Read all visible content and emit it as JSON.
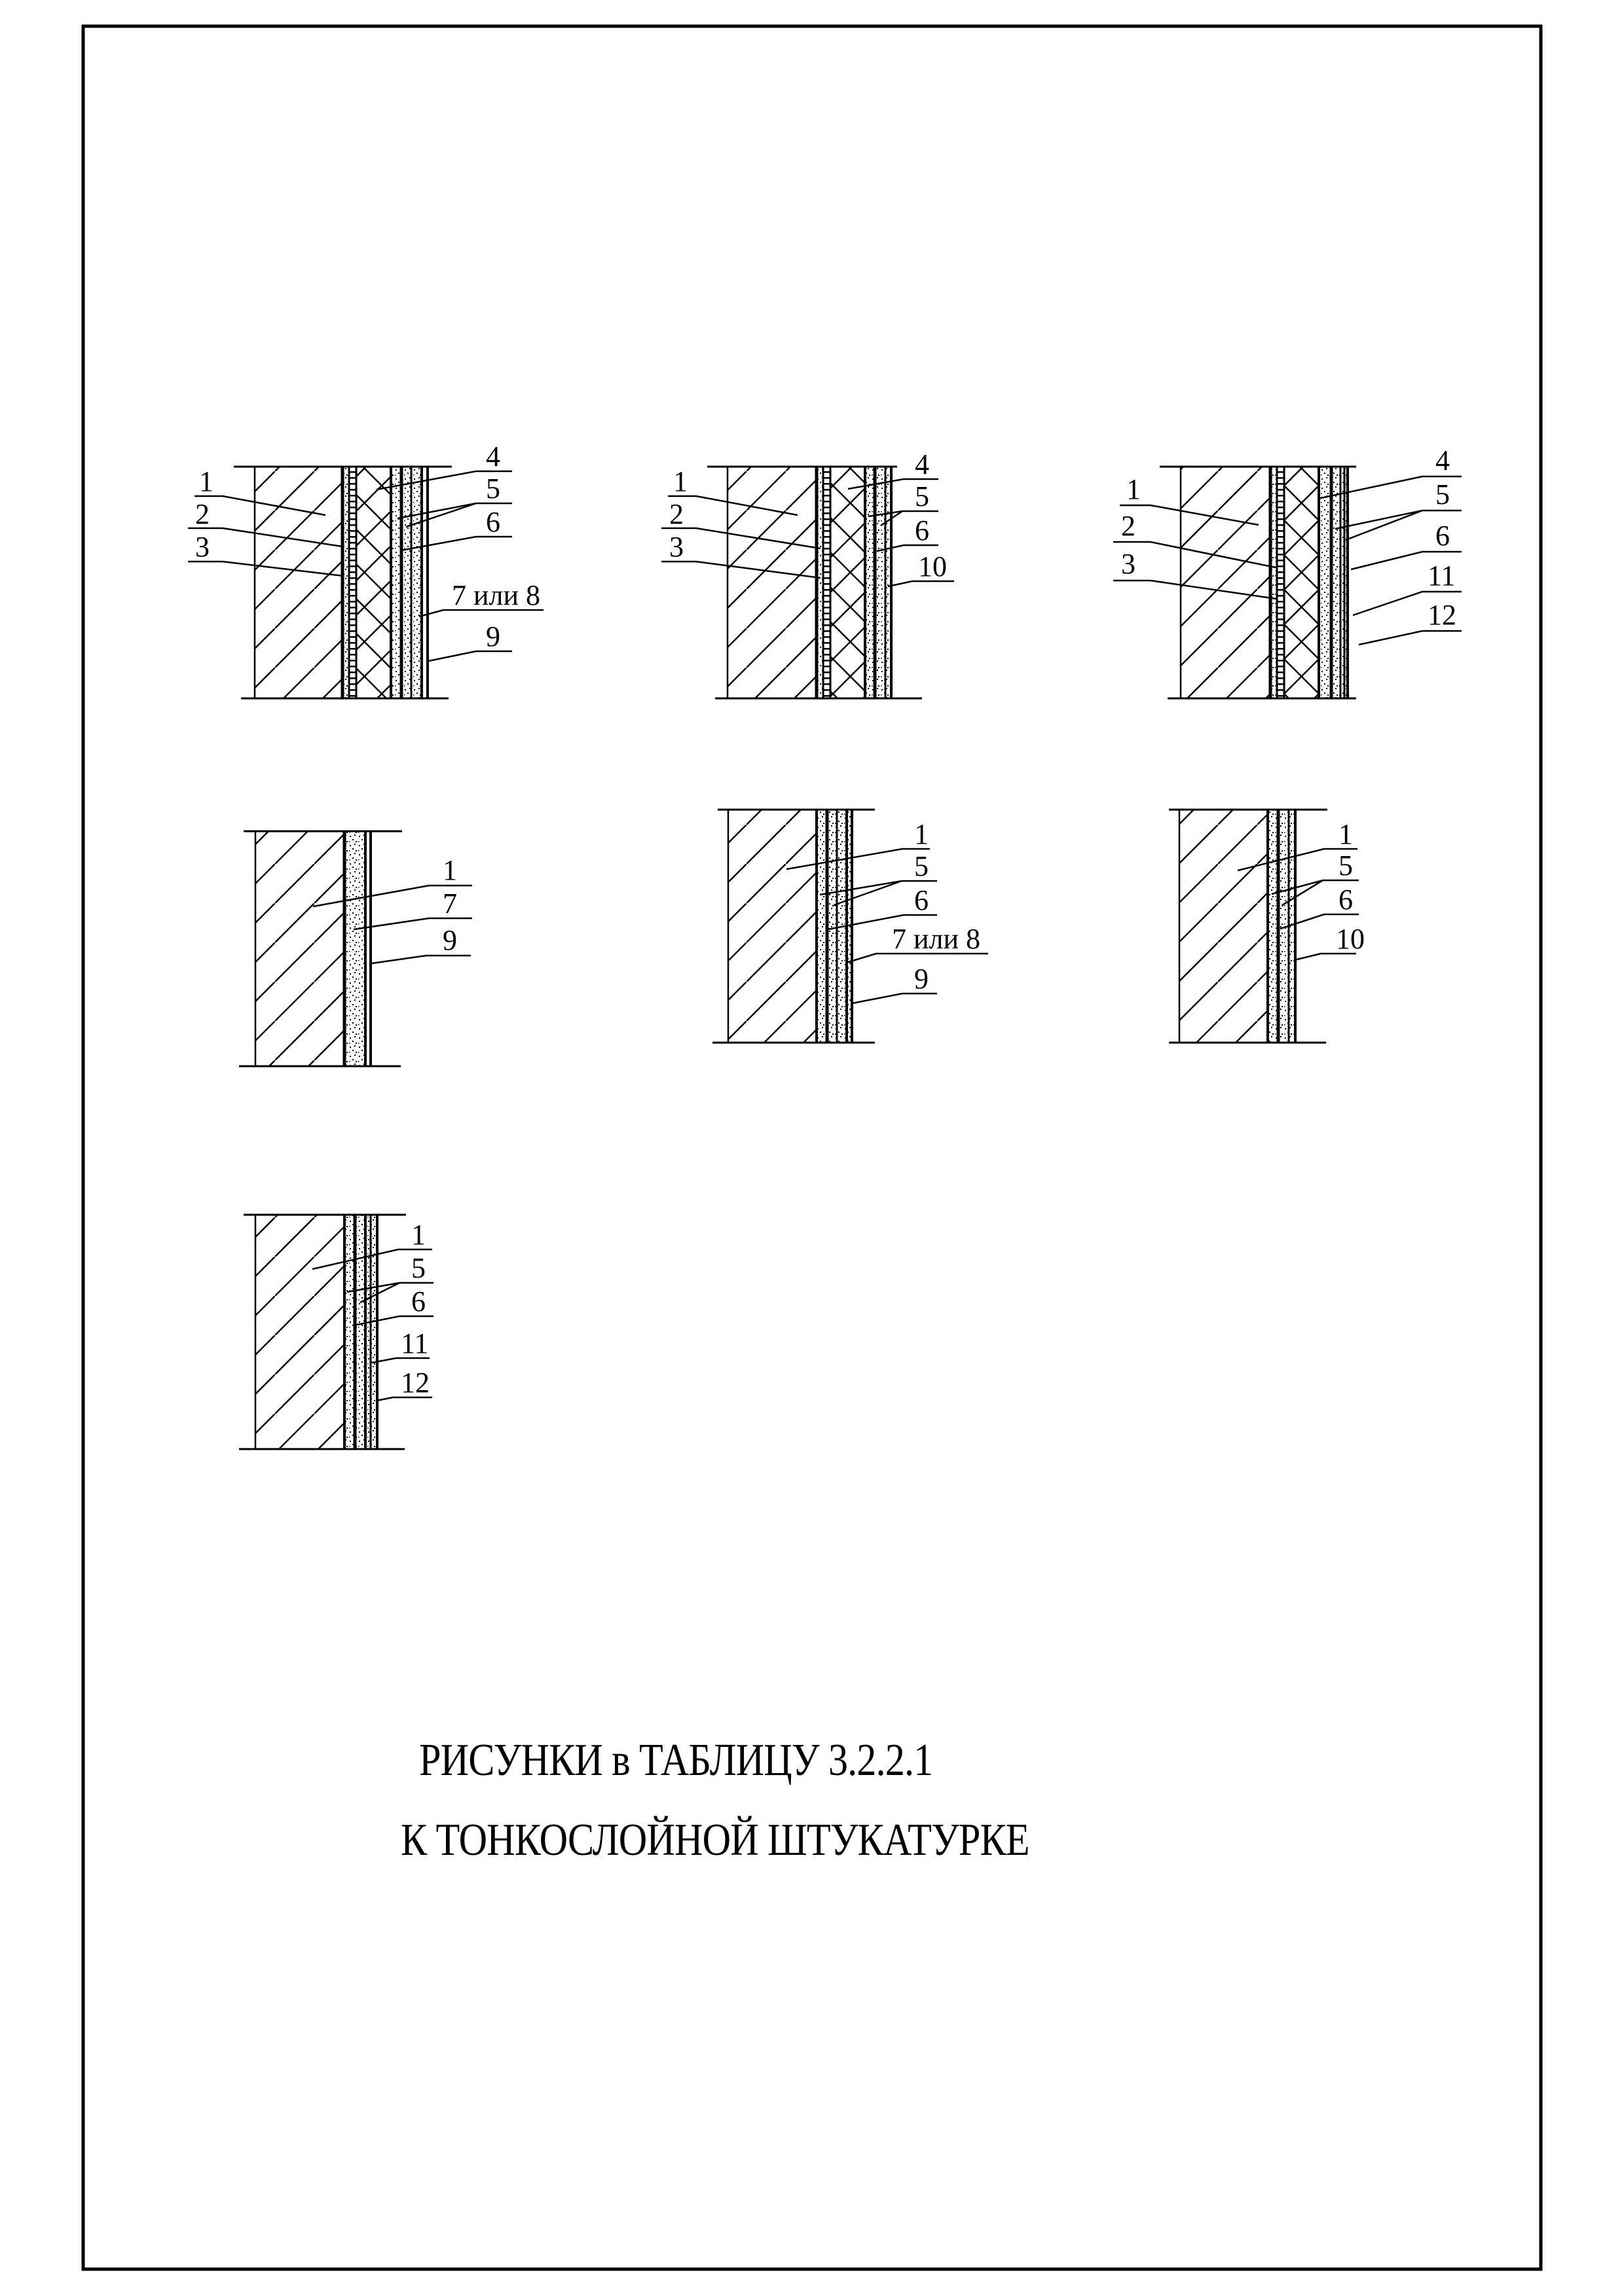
{
  "document": {
    "title_line1": "РИСУНКИ в ТАБЛИЦУ 3.2.2.1",
    "title_line2": "К ТОНКОСЛОЙНОЙ ШТУКАТУРКЕ",
    "line_color": "#000000",
    "background": "#ffffff"
  },
  "figures": [
    {
      "id": "fig-1",
      "left_labels": [
        "1",
        "2",
        "3"
      ],
      "right_labels": [
        "4",
        "5",
        "6",
        "7 или 8",
        "9"
      ]
    },
    {
      "id": "fig-2",
      "left_labels": [
        "1",
        "2",
        "3"
      ],
      "right_labels": [
        "4",
        "5",
        "6",
        "10"
      ]
    },
    {
      "id": "fig-3",
      "left_labels": [
        "1",
        "2",
        "3"
      ],
      "right_labels": [
        "4",
        "5",
        "6",
        "11",
        "12"
      ]
    },
    {
      "id": "fig-4",
      "right_labels": [
        "1",
        "7",
        "9"
      ]
    },
    {
      "id": "fig-5",
      "right_labels": [
        "1",
        "5",
        "6",
        "7 или 8",
        "9"
      ]
    },
    {
      "id": "fig-6",
      "right_labels": [
        "1",
        "5",
        "6",
        "10"
      ]
    },
    {
      "id": "fig-7",
      "right_labels": [
        "1",
        "5",
        "6",
        "11",
        "12"
      ]
    }
  ]
}
